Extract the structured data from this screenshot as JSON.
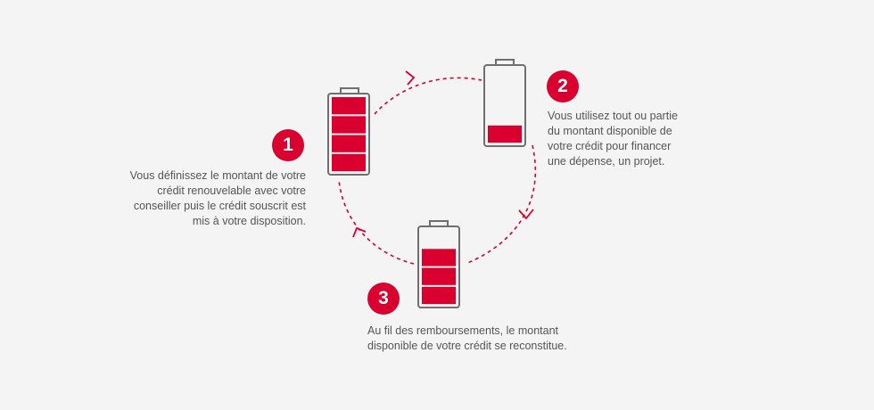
{
  "colors": {
    "background": "#f4f4f4",
    "accent": "#d9002f",
    "battery_outline": "#6f6f6f",
    "text": "#555555"
  },
  "steps": [
    {
      "number": "1",
      "battery_level": 4,
      "battery_capacity": 4,
      "lines": [
        "Vous définissez le montant de votre",
        "crédit renouvelable avec votre",
        "conseiller puis le crédit souscrit est",
        "mis à votre disposition."
      ]
    },
    {
      "number": "2",
      "battery_level": 1,
      "battery_capacity": 4,
      "lines": [
        "Vous utilisez tout ou partie",
        "du montant disponible de",
        "votre crédit pour financer",
        "une dépense, un projet."
      ]
    },
    {
      "number": "3",
      "battery_level": 3,
      "battery_capacity": 4,
      "lines": [
        "Au fil des remboursements, le montant",
        "disponible de votre crédit se reconstitue."
      ]
    }
  ]
}
